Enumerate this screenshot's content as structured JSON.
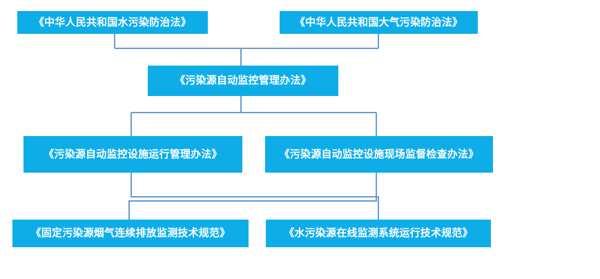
{
  "diagram": {
    "type": "hierarchy-flowchart",
    "orientation": "top-down",
    "background_color": "#FFFFFF",
    "node_fill_color": "#0FADE8",
    "node_text_color": "#FFFFFF",
    "connector_color": "#6A9BD1",
    "levels": 4,
    "nodes": [
      {
        "id": "water-law",
        "level": 1,
        "label": "《中华人民共和国水污染防治法》"
      },
      {
        "id": "air-law",
        "level": 1,
        "label": "《中华人民共和国大气污染防治法》"
      },
      {
        "id": "auto-mgmt",
        "level": 2,
        "label": "《污染源自动监控管理办法》"
      },
      {
        "id": "facility-op",
        "level": 3,
        "label": "《污染源自动监控设施运行管理办法》"
      },
      {
        "id": "onsite-inspect",
        "level": 3,
        "label": "《污染源自动监控设施现场监督检查办法》"
      },
      {
        "id": "cems-spec",
        "level": 4,
        "label": "《固定污染源烟气连续排放监测技术规范》"
      },
      {
        "id": "water-spec",
        "level": 4,
        "label": "《水污染源在线监测系统运行技术规范》"
      }
    ],
    "edges": [
      {
        "from": "water-law",
        "to": "auto-mgmt"
      },
      {
        "from": "air-law",
        "to": "auto-mgmt"
      },
      {
        "from": "auto-mgmt",
        "to": "facility-op"
      },
      {
        "from": "auto-mgmt",
        "to": "onsite-inspect"
      },
      {
        "from": "facility-op",
        "to": "water-spec"
      },
      {
        "from": "onsite-inspect",
        "to": "cems-spec"
      }
    ]
  }
}
